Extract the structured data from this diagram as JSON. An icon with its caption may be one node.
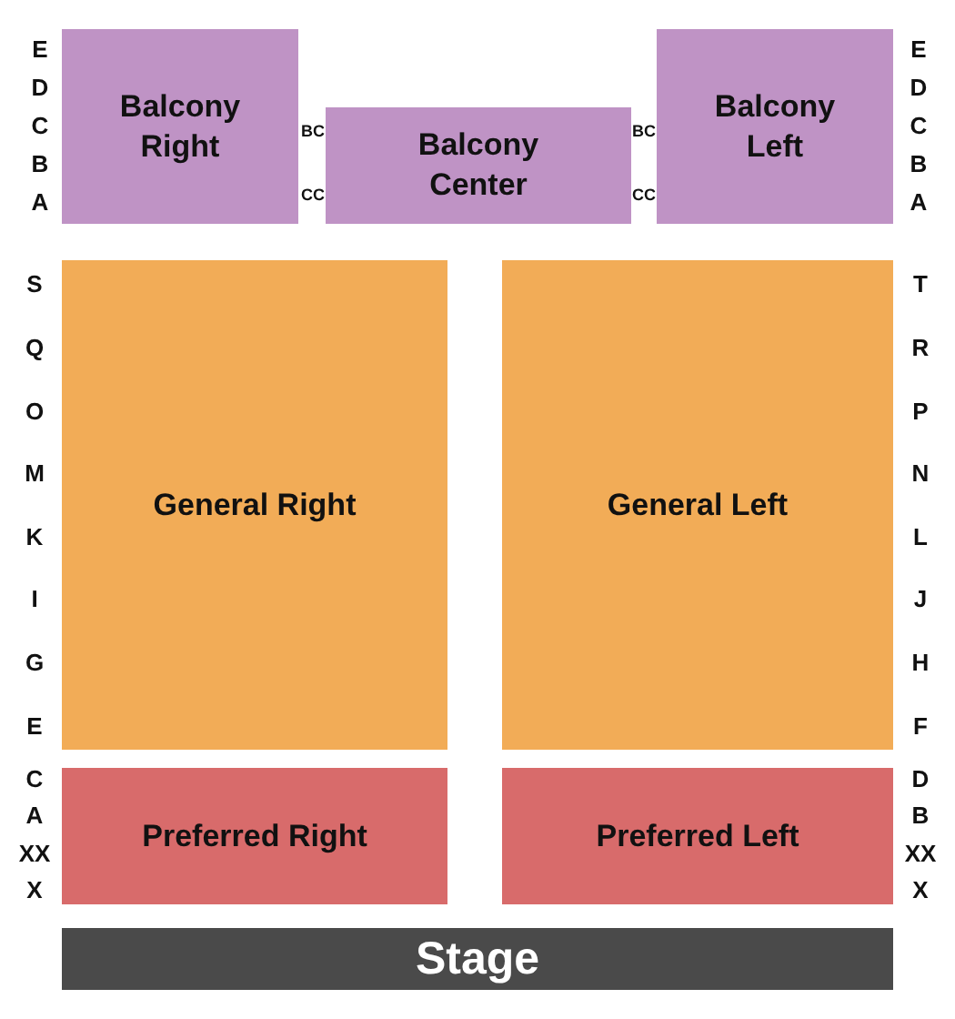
{
  "diagram": {
    "nodes": [
      {
        "text": [
          "Balcony Right"
        ]
      },
      {
        "text": [
          "Balcony Center"
        ]
      },
      {
        "text": [
          "Balcony Left"
        ]
      },
      {
        "text": [
          "General Right"
        ]
      },
      {
        "text": [
          "General Left"
        ]
      },
      {
        "text": [
          "Preferred Right"
        ]
      },
      {
        "text": [
          "Preferred Left"
        ]
      },
      {
        "text": [
          "Stage"
        ]
      }
    ],
    "labels": [
      "E",
      "D",
      "C",
      "B",
      "A",
      "BC",
      "CC",
      "BC",
      "CC",
      "E",
      "D",
      "C",
      "B",
      "A",
      "S",
      "Q",
      "O",
      "M",
      "K",
      "I",
      "G",
      "E",
      "C",
      "A",
      "XX",
      "X",
      "T",
      "R",
      "P",
      "N",
      "L",
      "J",
      "H",
      "F",
      "D",
      "B",
      "XX",
      "X"
    ]
  }
}
